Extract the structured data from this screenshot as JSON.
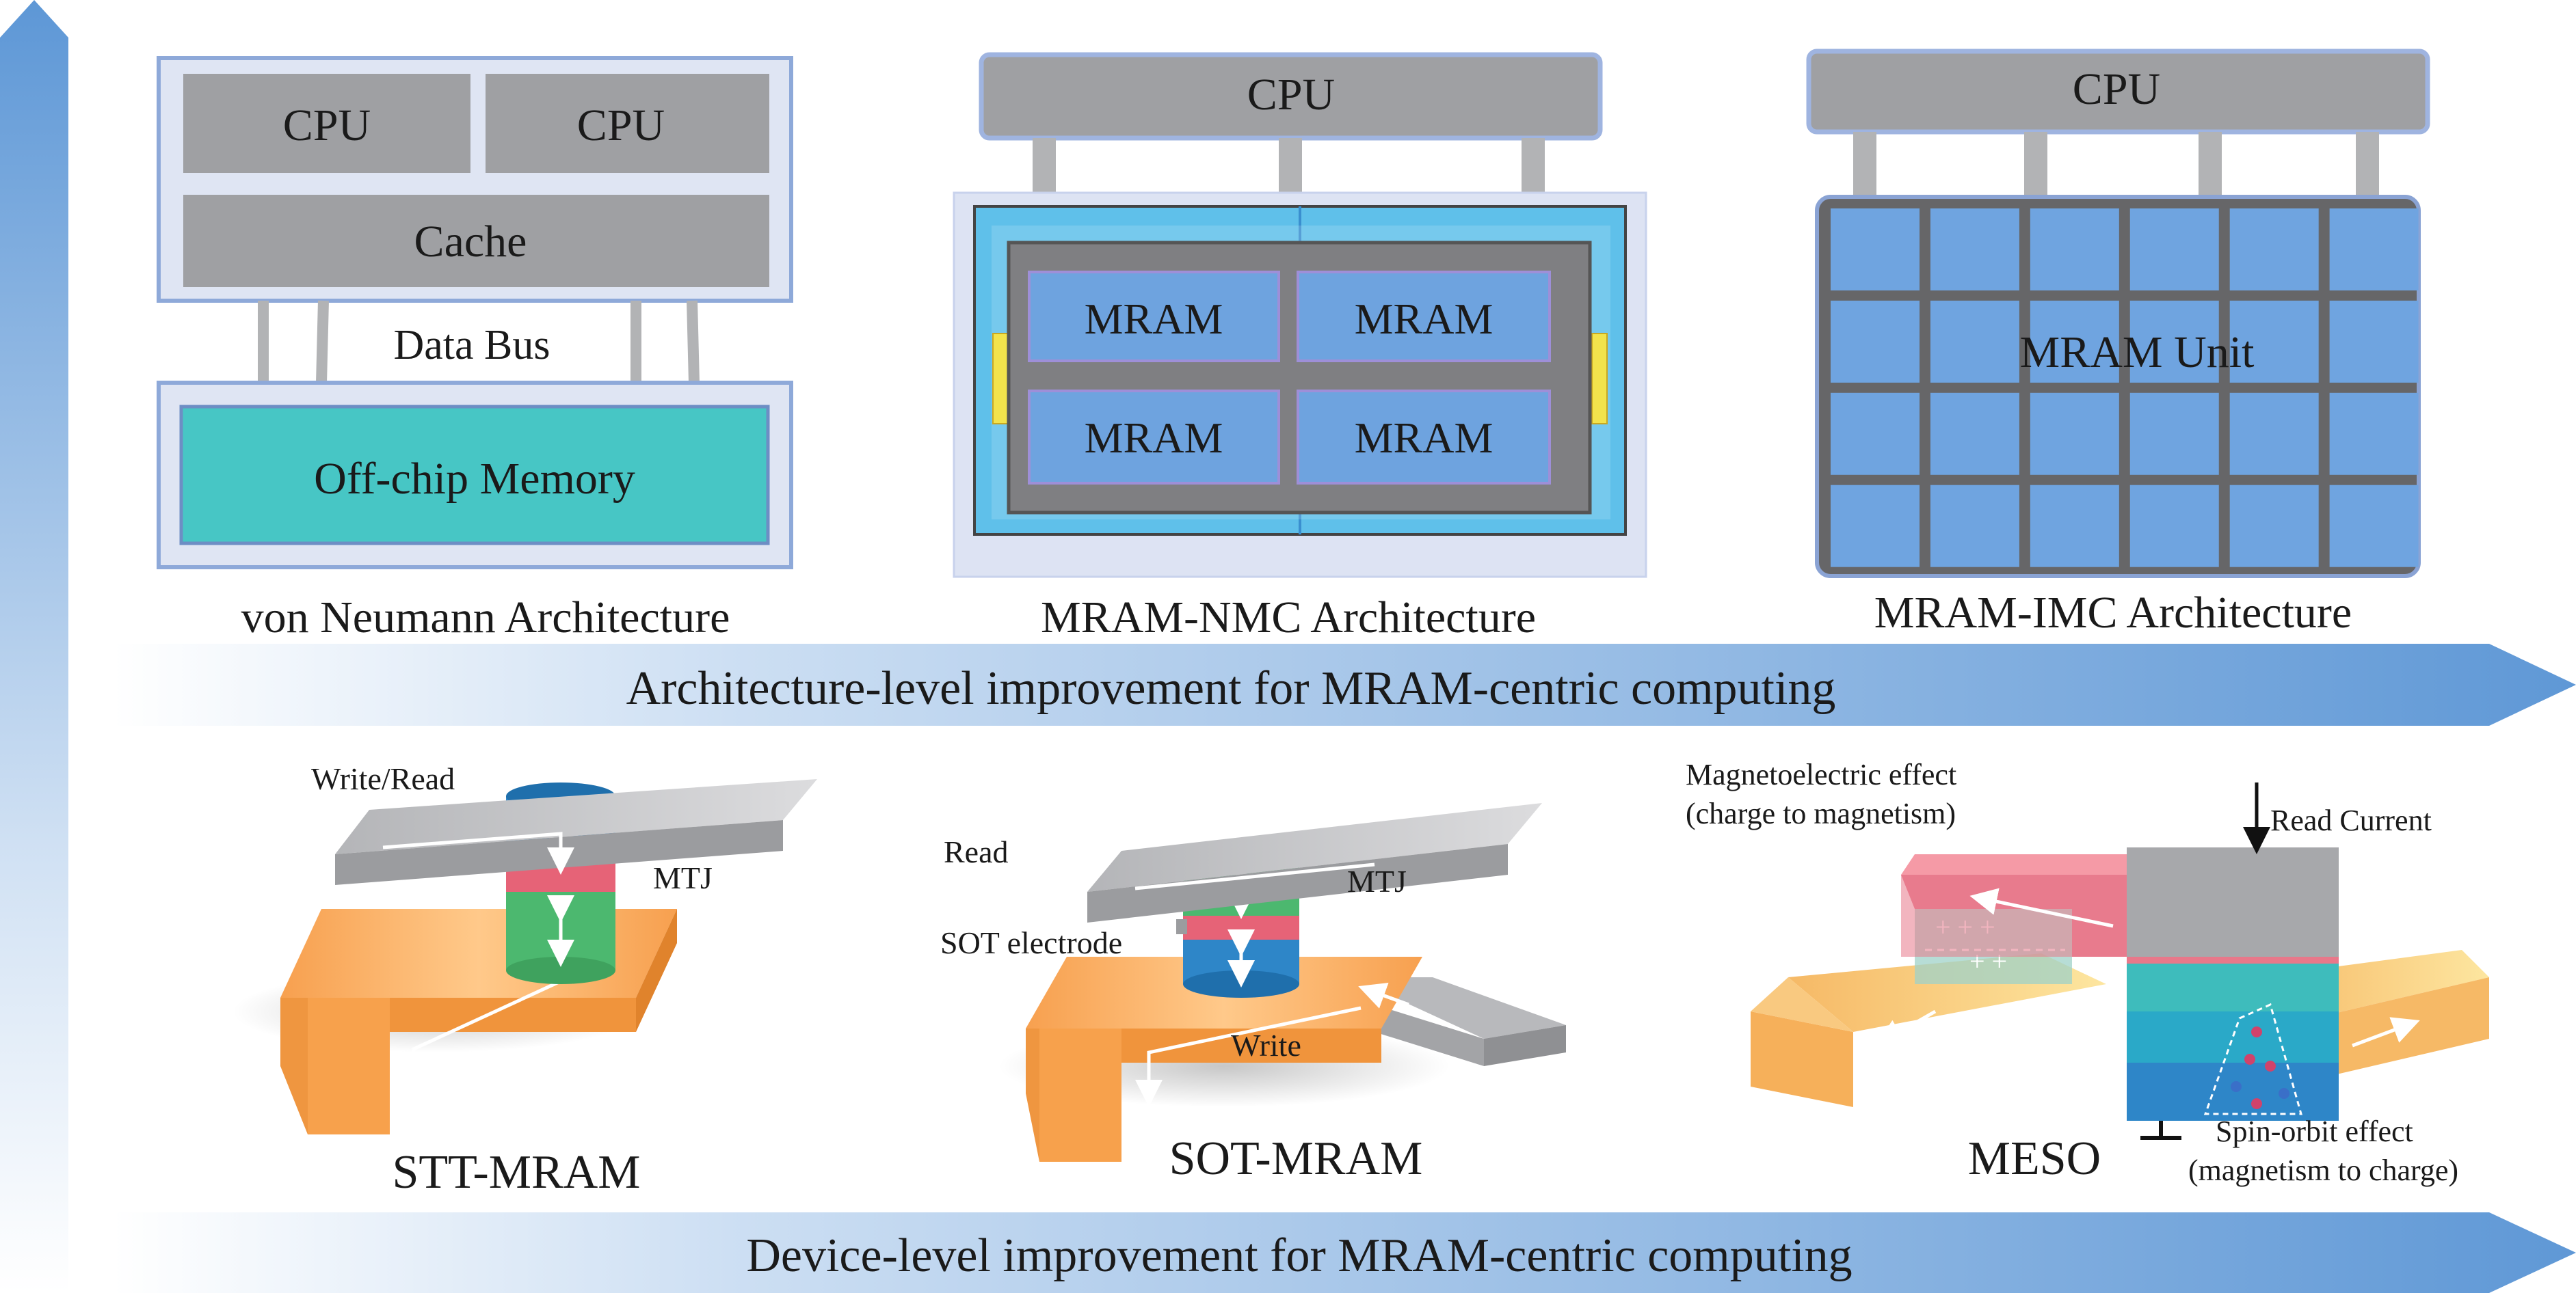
{
  "colors": {
    "arrow_blue": "#6a9fd8",
    "cpu_gray": "#a0a0a2",
    "frame_blue": "#dde4f4",
    "mram_blue": "#6fa4e0",
    "off_chip_teal": "#48c6c6",
    "mtj_blue": "#2e86c8",
    "mtj_green": "#4cb86f",
    "mtj_red": "#e66377",
    "electrode_orange": "#f5a050",
    "meso_pink": "#e8788a",
    "meso_teal": "#3bbcbc"
  },
  "architecture": {
    "von_neumann": {
      "cpu_left": "CPU",
      "cpu_right": "CPU",
      "cache": "Cache",
      "bus": "Data Bus",
      "memory": "Off-chip Memory",
      "caption": "von Neumann Architecture"
    },
    "nmc": {
      "cpu": "CPU",
      "mram": [
        "MRAM",
        "MRAM",
        "MRAM",
        "MRAM"
      ],
      "caption": "MRAM-NMC Architecture"
    },
    "imc": {
      "cpu": "CPU",
      "unit": "MRAM Unit",
      "caption": "MRAM-IMC Architecture"
    },
    "arrow_text": "Architecture-level improvement for MRAM-centric computing"
  },
  "device": {
    "stt": {
      "write_read": "Write/Read",
      "mtj": "MTJ",
      "caption": "STT-MRAM"
    },
    "sot": {
      "read": "Read",
      "mtj": "MTJ",
      "electrode": "SOT electrode",
      "write": "Write",
      "caption": "SOT-MRAM"
    },
    "meso": {
      "me_effect_line1": "Magnetoelectric effect",
      "me_effect_line2": "(charge to magnetism)",
      "read_current": "Read Current",
      "so_effect_line1": "Spin-orbit effect",
      "so_effect_line2": "(magnetism to charge)",
      "caption": "MESO"
    },
    "arrow_text": "Device-level improvement for MRAM-centric computing"
  }
}
